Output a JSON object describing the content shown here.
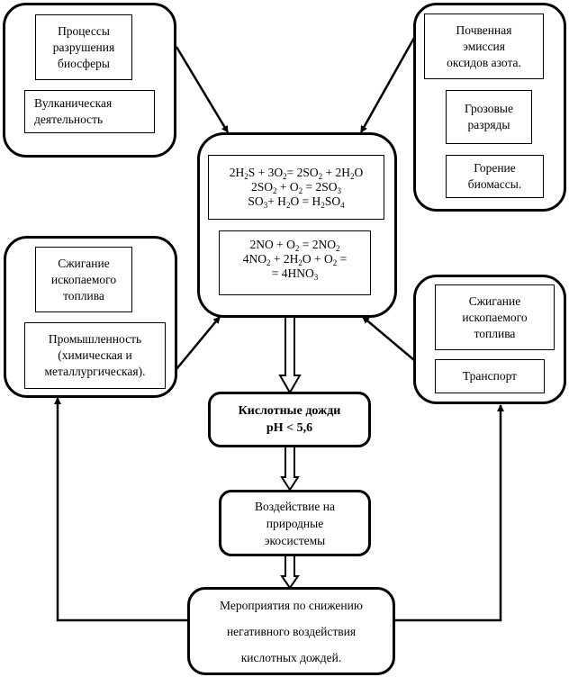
{
  "diagram": {
    "top_left_group": {
      "items": [
        "Процессы\nразрушения\nбиосферы",
        "Вулканическая\nдеятельность"
      ]
    },
    "top_right_group": {
      "items": [
        "Почвенная\nэмиссия\nоксидов азота.",
        "Грозовые\nразряды",
        "Горение\nбиомассы."
      ]
    },
    "center": {
      "sulfur_reactions": [
        [
          {
            "t": "2H"
          },
          {
            "s": "2"
          },
          {
            "t": "S + 3O"
          },
          {
            "s": "2"
          },
          {
            "t": "= 2SO"
          },
          {
            "s": "2"
          },
          {
            "t": " + 2H"
          },
          {
            "s": "2"
          },
          {
            "t": "O"
          }
        ],
        [
          {
            "t": "2SO"
          },
          {
            "s": "2"
          },
          {
            "t": " + O"
          },
          {
            "s": "2"
          },
          {
            "t": " = 2SO"
          },
          {
            "s": "3"
          }
        ],
        [
          {
            "t": "SO"
          },
          {
            "s": "3"
          },
          {
            "t": "+ H"
          },
          {
            "s": "2"
          },
          {
            "t": "O = H"
          },
          {
            "s": "2"
          },
          {
            "t": "SO"
          },
          {
            "s": "4"
          }
        ]
      ],
      "nitrogen_reactions": [
        [
          {
            "t": "2NO + O"
          },
          {
            "s": "2"
          },
          {
            "t": " = 2NO"
          },
          {
            "s": "2"
          }
        ],
        [
          {
            "t": "4NO"
          },
          {
            "s": "2"
          },
          {
            "t": " + 2H"
          },
          {
            "s": "2"
          },
          {
            "t": "O + O"
          },
          {
            "s": "2"
          },
          {
            "t": " ="
          }
        ],
        [
          {
            "t": "= 4HNO"
          },
          {
            "s": "3"
          }
        ]
      ]
    },
    "mid_left_group": {
      "items": [
        "Сжигание\nископаемого\nтоплива",
        "Промышленность\n(химическая и\nметаллургическая)."
      ]
    },
    "mid_right_group": {
      "items": [
        "Сжигание\nископаемого\nтоплива",
        "Транспорт"
      ]
    },
    "acid_rain": {
      "line1": "Кислотные дожди",
      "line2": "pH < 5,6"
    },
    "ecosystem_impact": "Воздействие на\nприродные\nэкосистемы",
    "measures": [
      "Мероприятия по снижению",
      "негативного воздействия",
      "кислотных дождей."
    ]
  }
}
